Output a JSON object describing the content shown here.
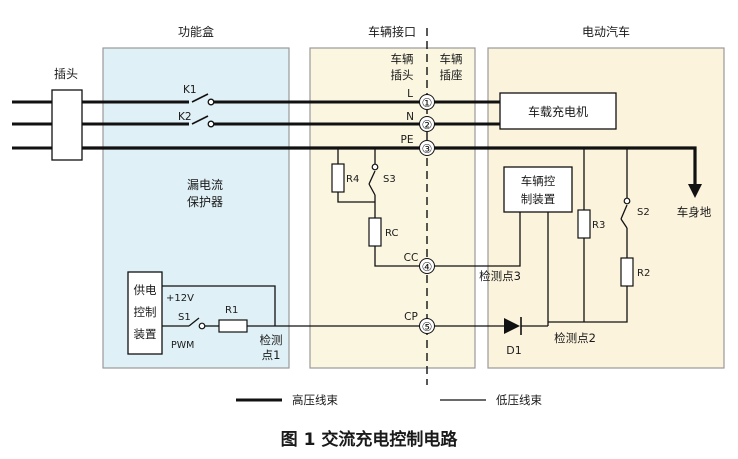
{
  "panels": {
    "function_box": "功能盒",
    "vehicle_interface": "车辆接口",
    "electric_vehicle": "电动汽车"
  },
  "plug_header": {
    "line1": "车辆",
    "line2": "插头"
  },
  "socket_header": {
    "line1": "车辆",
    "line2": "插座"
  },
  "plug_label": "插头",
  "switches": {
    "k1": "K1",
    "k2": "K2",
    "s1": "S1",
    "s2": "S2",
    "s3": "S3"
  },
  "wires": {
    "l": "L",
    "n": "N",
    "pe": "PE",
    "cc": "CC",
    "cp": "CP"
  },
  "pins": [
    "①",
    "②",
    "③",
    "④",
    "⑤"
  ],
  "resistors": {
    "r1": "R1",
    "r2": "R2",
    "r3": "R3",
    "r4": "R4",
    "rc": "RC"
  },
  "leakage_protector": {
    "line1": "漏电流",
    "line2": "保护器"
  },
  "supply_control": {
    "lines": [
      "供电",
      "控制",
      "装置"
    ]
  },
  "plus12v": "+12V",
  "pwm": "PWM",
  "detect1": {
    "line1": "检测",
    "line2": "点1"
  },
  "detect2": "检测点2",
  "detect3": "检测点3",
  "onboard_charger": "车载充电机",
  "vehicle_control": {
    "line1": "车辆控",
    "line2": "制装置"
  },
  "chassis_ground": "车身地",
  "diode": "D1",
  "legend": {
    "high_voltage": "高压线束",
    "low_voltage": "低压线束"
  },
  "caption": "图 1  交流充电控制电路",
  "colors": {
    "function_box_fill": "#dff0f6",
    "interface_fill": "#fbf6e0",
    "vehicle_fill": "#fbf3dc",
    "border": "#9a9a9a",
    "line": "#111111"
  }
}
